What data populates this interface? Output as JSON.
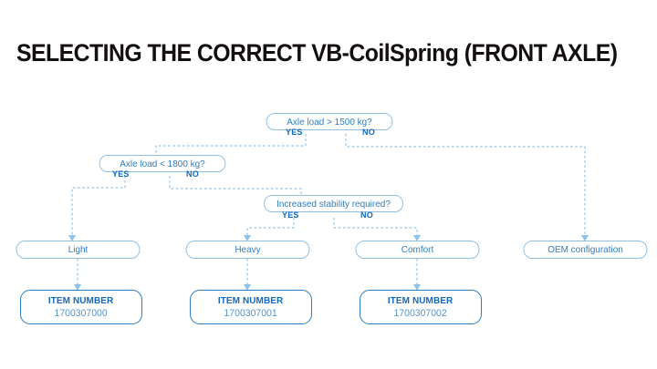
{
  "title": "SELECTING THE CORRECT VB-CoilSpring (FRONT AXLE)",
  "colors": {
    "title_text": "#14100f",
    "node_border": "#8fbfe4",
    "node_text": "#2f7dc0",
    "branch_label": "#1269bd",
    "item_border": "#2b7cc2",
    "item_title": "#1269bd",
    "item_number": "#4f94cf",
    "connector": "#8fc2e8",
    "background": "#ffffff"
  },
  "decisions": [
    {
      "id": "d1",
      "label": "Axle load > 1500 kg?",
      "yes": "YES",
      "no": "NO"
    },
    {
      "id": "d2",
      "label": "Axle load < 1800 kg?",
      "yes": "YES",
      "no": "NO"
    },
    {
      "id": "d3",
      "label": "Increased stability required?",
      "yes": "YES",
      "no": "NO"
    }
  ],
  "results": [
    {
      "id": "r1",
      "label": "Light"
    },
    {
      "id": "r2",
      "label": "Heavy"
    },
    {
      "id": "r3",
      "label": "Comfort"
    },
    {
      "id": "r4",
      "label": "OEM configuration"
    }
  ],
  "item_numbers": [
    {
      "id": "i1",
      "title": "ITEM NUMBER",
      "number": "1700307000"
    },
    {
      "id": "i2",
      "title": "ITEM NUMBER",
      "number": "1700307001"
    },
    {
      "id": "i3",
      "title": "ITEM NUMBER",
      "number": "1700307002"
    }
  ]
}
